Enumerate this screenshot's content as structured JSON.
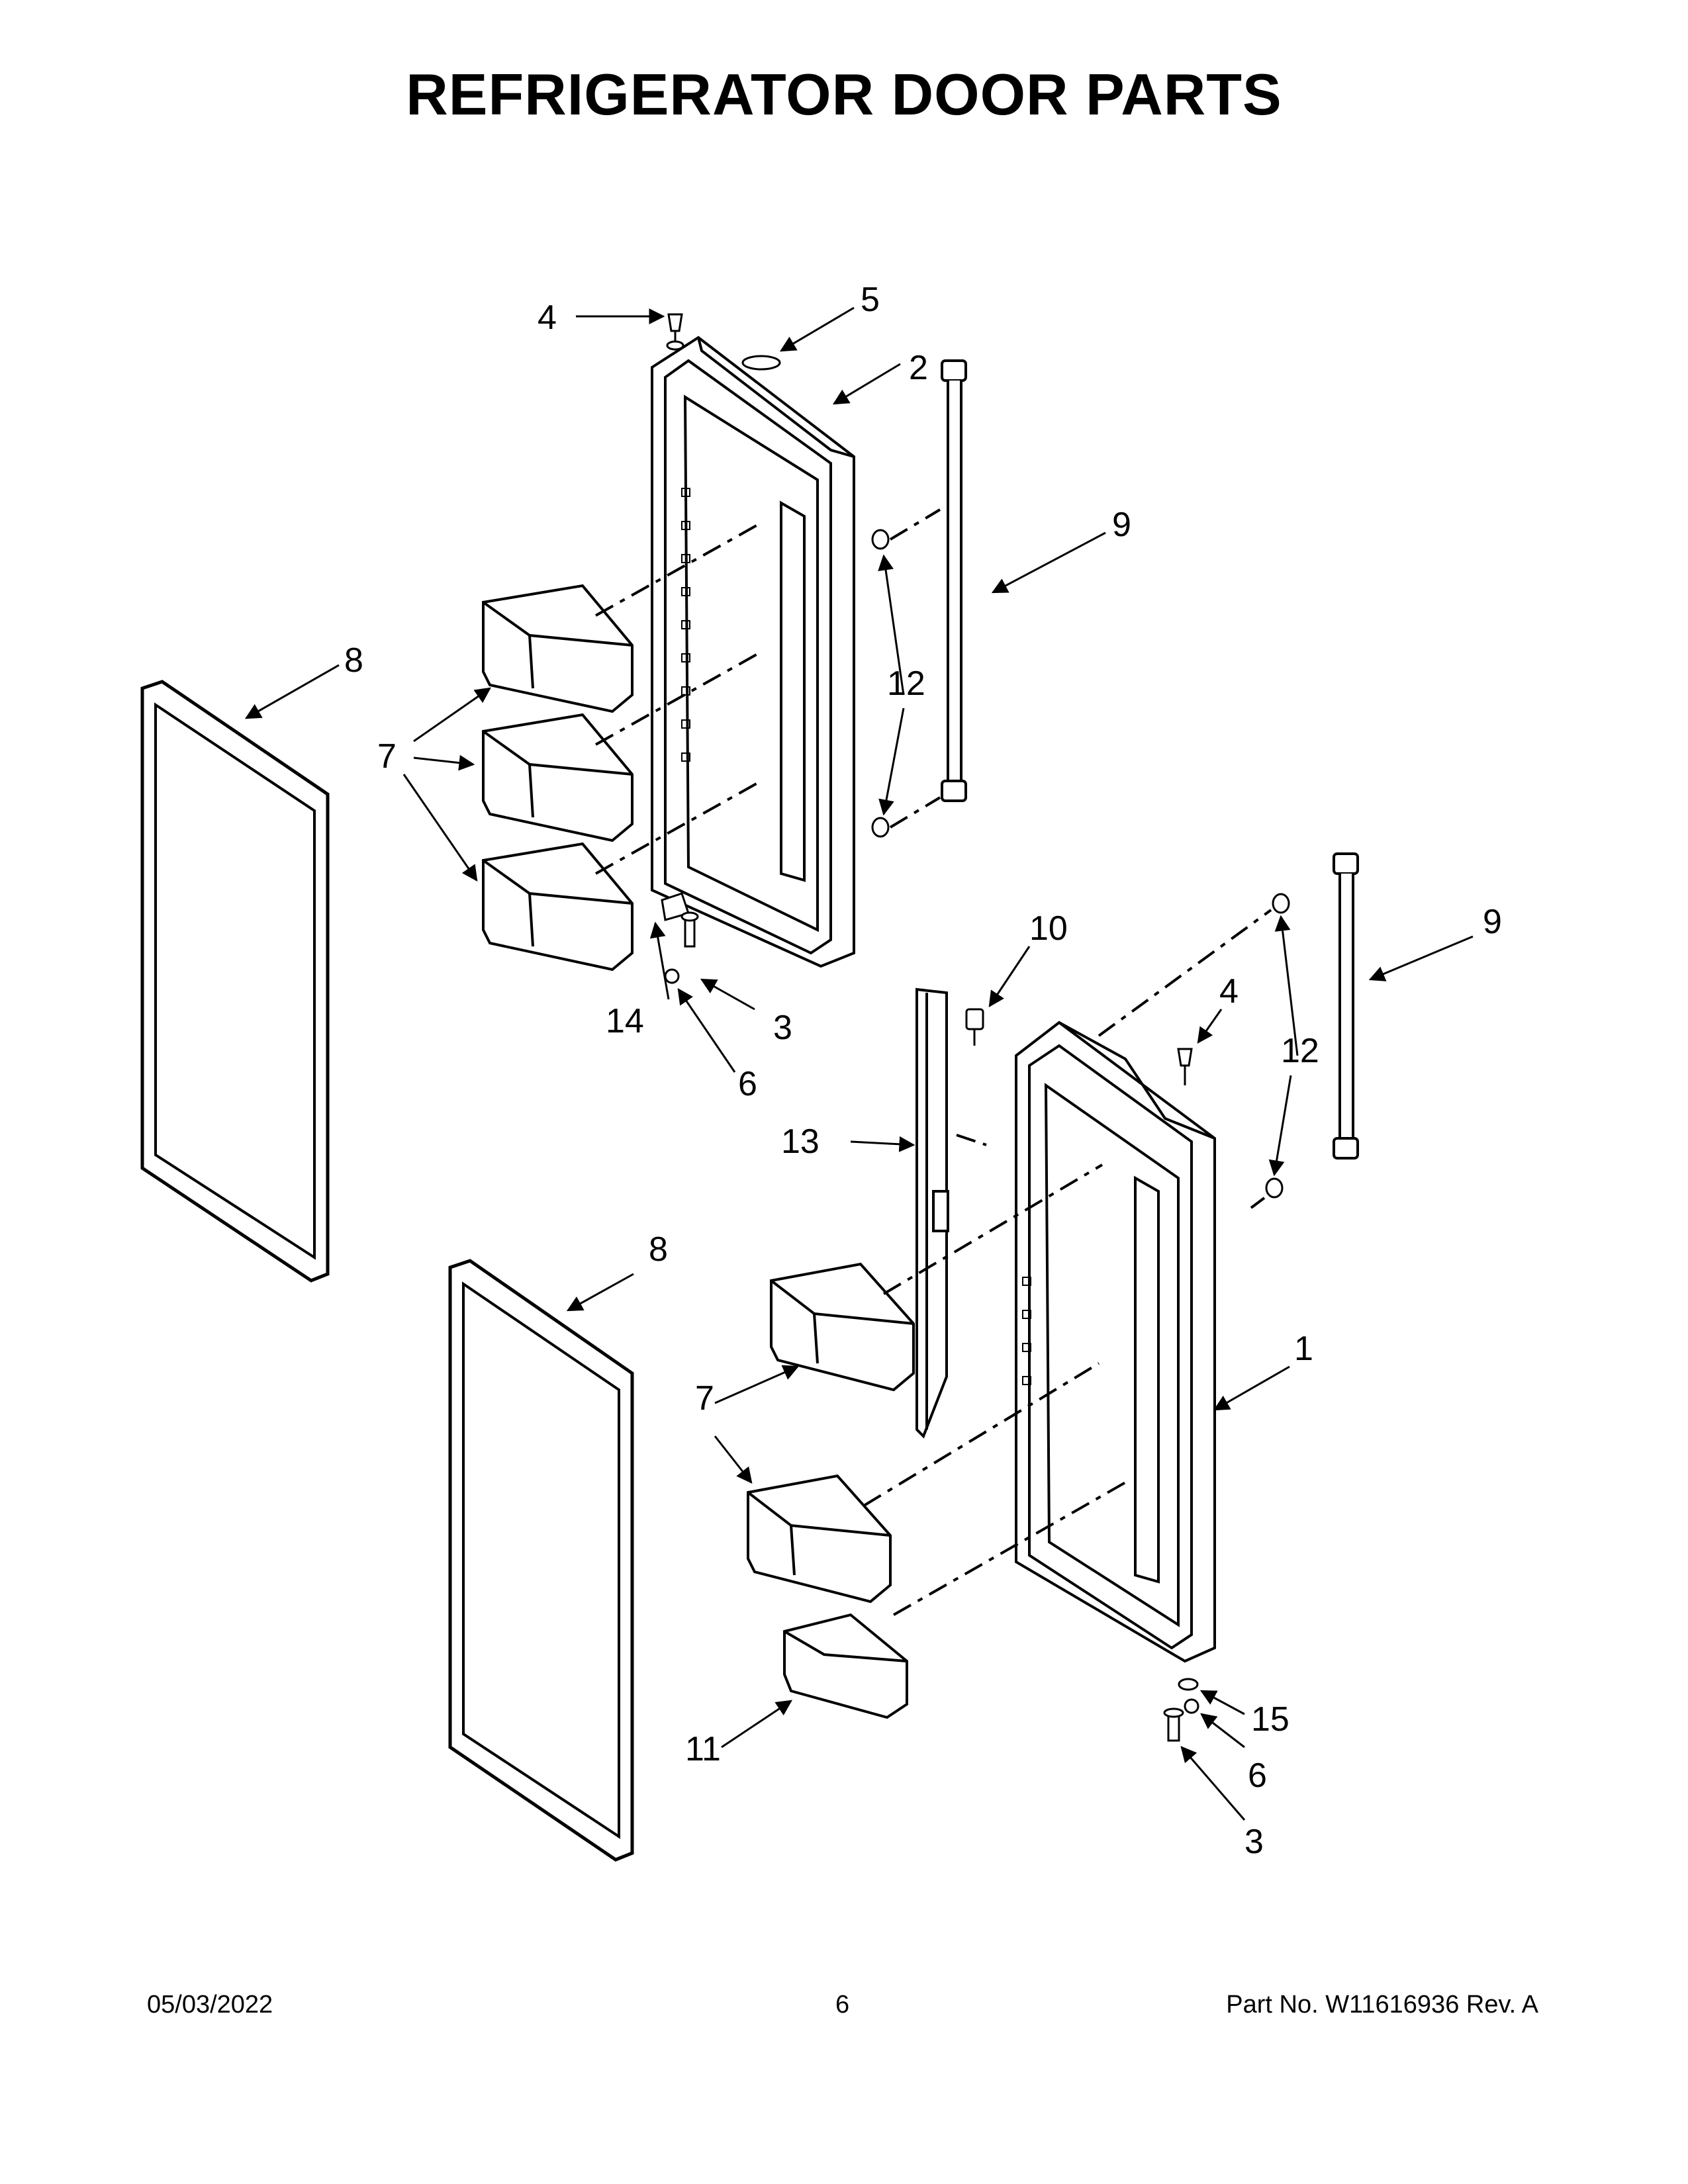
{
  "header": {
    "title": "REFRIGERATOR DOOR PARTS"
  },
  "callouts": {
    "c4_top": "4",
    "c5": "5",
    "c2": "2",
    "c9_top": "9",
    "c8_top": "8",
    "c7_top": "7",
    "c12_top": "12",
    "c14": "14",
    "c3_top": "3",
    "c6_top": "6",
    "c10": "10",
    "c4_right": "4",
    "c9_right": "9",
    "c12_right": "12",
    "c13": "13",
    "c8_bottom": "8",
    "c1": "1",
    "c7_bottom": "7",
    "c11": "11",
    "c15": "15",
    "c6_bottom": "6",
    "c3_bottom": "3"
  },
  "footer": {
    "date": "05/03/2022",
    "page": "6",
    "part": "Part No.  W11616936  Rev.  A"
  }
}
